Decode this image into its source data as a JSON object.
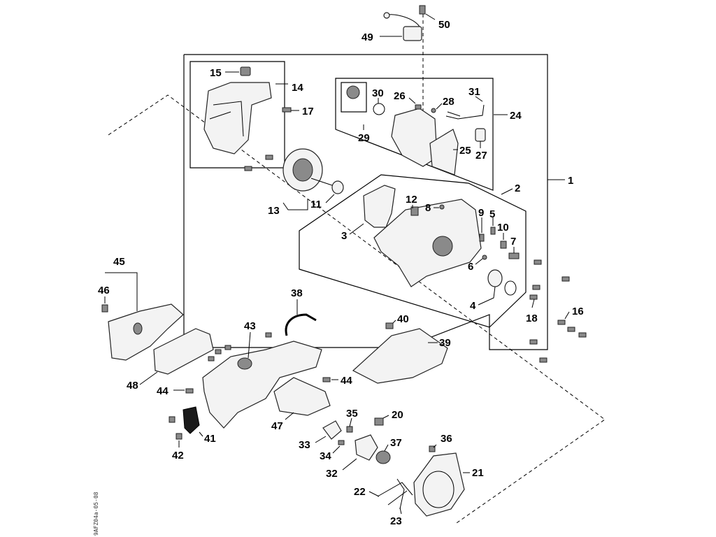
{
  "diagram": {
    "doc_id": "9AFZ04a-05-08",
    "callouts": [
      "1",
      "2",
      "3",
      "4",
      "5",
      "6",
      "7",
      "8",
      "9",
      "10",
      "11",
      "12",
      "13",
      "14",
      "15",
      "16",
      "17",
      "18",
      "20",
      "21",
      "22",
      "23",
      "24",
      "25",
      "26",
      "27",
      "28",
      "29",
      "30",
      "31",
      "32",
      "33",
      "34",
      "35",
      "36",
      "37",
      "38",
      "39",
      "40",
      "41",
      "42",
      "43",
      "44",
      "44",
      "45",
      "46",
      "47",
      "48",
      "49",
      "50"
    ]
  }
}
